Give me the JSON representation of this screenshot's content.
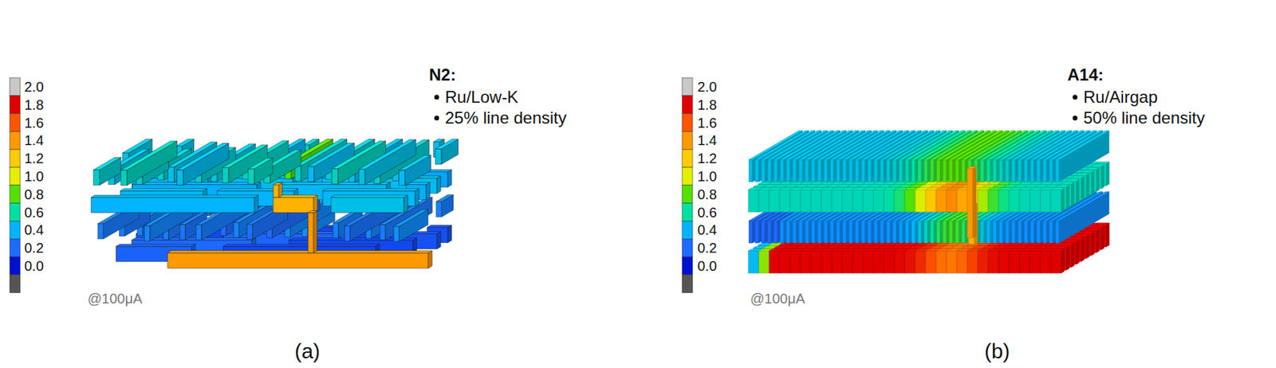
{
  "diagram": {
    "labels": [
      "2.0",
      "1.8",
      "1.6",
      "1.4",
      "1.2",
      "1.0",
      "0.8",
      "0.6",
      "0.4",
      "0.2",
      "0.0",
      "@100μA",
      "N2:",
      "Ru/Low-K",
      "25% line density",
      "(a)",
      "2.0",
      "1.8",
      "1.6",
      "1.4",
      "1.2",
      "1.0",
      "0.8",
      "0.6",
      "0.4",
      "0.2",
      "0.0",
      "@100μA",
      "A14:",
      "Ru/Airgap",
      "50% line density",
      "(b)"
    ]
  }
}
